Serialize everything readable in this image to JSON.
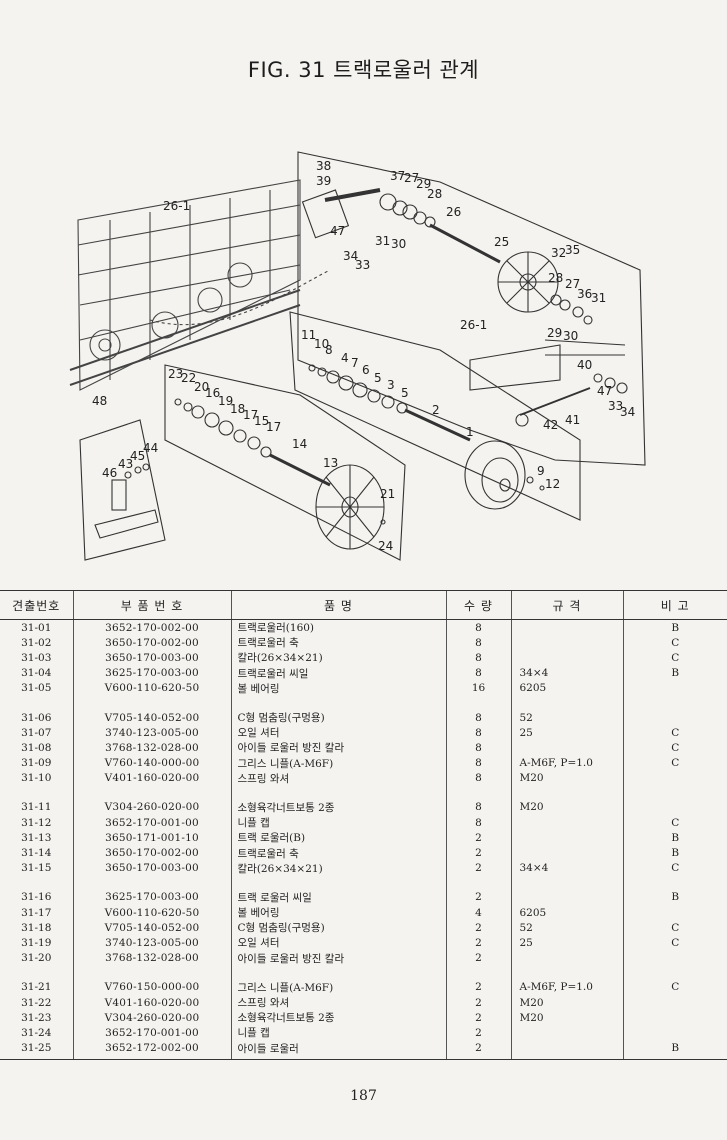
{
  "title": "FIG. 31 트랙로울러 관계",
  "page_number": "187",
  "diagram_labels": {
    "top": [
      "38",
      "39",
      "37",
      "27",
      "29",
      "28",
      "26",
      "47",
      "31",
      "30",
      "34",
      "33",
      "25",
      "32",
      "35",
      "28",
      "27",
      "36",
      "31",
      "29",
      "30",
      "40"
    ],
    "right": [
      "26-1",
      "47",
      "33",
      "34",
      "42",
      "41"
    ],
    "middle": [
      "11",
      "10",
      "8",
      "4",
      "7",
      "6",
      "5",
      "3",
      "5",
      "2",
      "1",
      "9",
      "12"
    ],
    "lower": [
      "23",
      "22",
      "20",
      "16",
      "19",
      "18",
      "17",
      "15",
      "17",
      "14",
      "13",
      "21",
      "24"
    ],
    "left": [
      "26-1",
      "48",
      "46",
      "43",
      "45",
      "44"
    ]
  },
  "table": {
    "headers": [
      "견출번호",
      "부 품 번 호",
      "품 명",
      "수 량",
      "규 격",
      "비 고"
    ],
    "rows": [
      [
        "31-01",
        "3652-170-002-00",
        "트랙로울러(160)",
        "8",
        "",
        "B"
      ],
      [
        "31-02",
        "3650-170-002-00",
        "트랙로울러 축",
        "8",
        "",
        "C"
      ],
      [
        "31-03",
        "3650-170-003-00",
        "칼라(26×34×21)",
        "8",
        "",
        "C"
      ],
      [
        "31-04",
        "3625-170-003-00",
        "트랙로울러 씨일",
        "8",
        "34×4",
        "B"
      ],
      [
        "31-05",
        "V600-110-620-50",
        "볼 베어링",
        "16",
        "6205",
        ""
      ],
      [
        "31-06",
        "V705-140-052-00",
        "C형 멈춤링(구멍용)",
        "8",
        "52",
        ""
      ],
      [
        "31-07",
        "3740-123-005-00",
        "오일 셔터",
        "8",
        "25",
        "C"
      ],
      [
        "31-08",
        "3768-132-028-00",
        "아이들 로울러 방진 칼라",
        "8",
        "",
        "C"
      ],
      [
        "31-09",
        "V760-140-000-00",
        "그리스 니플(A-M6F)",
        "8",
        "A-M6F, P=1.0",
        "C"
      ],
      [
        "31-10",
        "V401-160-020-00",
        "스프링 와셔",
        "8",
        "M20",
        ""
      ],
      [
        "31-11",
        "V304-260-020-00",
        "소형육각너트보통 2종",
        "8",
        "M20",
        ""
      ],
      [
        "31-12",
        "3652-170-001-00",
        "니플 캡",
        "8",
        "",
        "C"
      ],
      [
        "31-13",
        "3650-171-001-10",
        "트랙 로울러(B)",
        "2",
        "",
        "B"
      ],
      [
        "31-14",
        "3650-170-002-00",
        "트랙로울러 축",
        "2",
        "",
        "B"
      ],
      [
        "31-15",
        "3650-170-003-00",
        "칼라(26×34×21)",
        "2",
        "34×4",
        "C"
      ],
      [
        "31-16",
        "3625-170-003-00",
        "트랙 로울러 씨일",
        "2",
        "",
        "B"
      ],
      [
        "31-17",
        "V600-110-620-50",
        "볼 베어링",
        "4",
        "6205",
        ""
      ],
      [
        "31-18",
        "V705-140-052-00",
        "C형 멈춤링(구멍용)",
        "2",
        "52",
        "C"
      ],
      [
        "31-19",
        "3740-123-005-00",
        "오일 셔터",
        "2",
        "25",
        "C"
      ],
      [
        "31-20",
        "3768-132-028-00",
        "아이들 로울러 방진 칼라",
        "2",
        "",
        ""
      ],
      [
        "31-21",
        "V760-150-000-00",
        "그리스 니플(A-M6F)",
        "2",
        "A-M6F, P=1.0",
        "C"
      ],
      [
        "31-22",
        "V401-160-020-00",
        "스프링 와셔",
        "2",
        "M20",
        ""
      ],
      [
        "31-23",
        "V304-260-020-00",
        "소형육각너트보통 2종",
        "2",
        "M20",
        ""
      ],
      [
        "31-24",
        "3652-170-001-00",
        "니플 캡",
        "2",
        "",
        ""
      ],
      [
        "31-25",
        "3652-172-002-00",
        "아이들 로울러",
        "2",
        "",
        "B"
      ]
    ]
  }
}
